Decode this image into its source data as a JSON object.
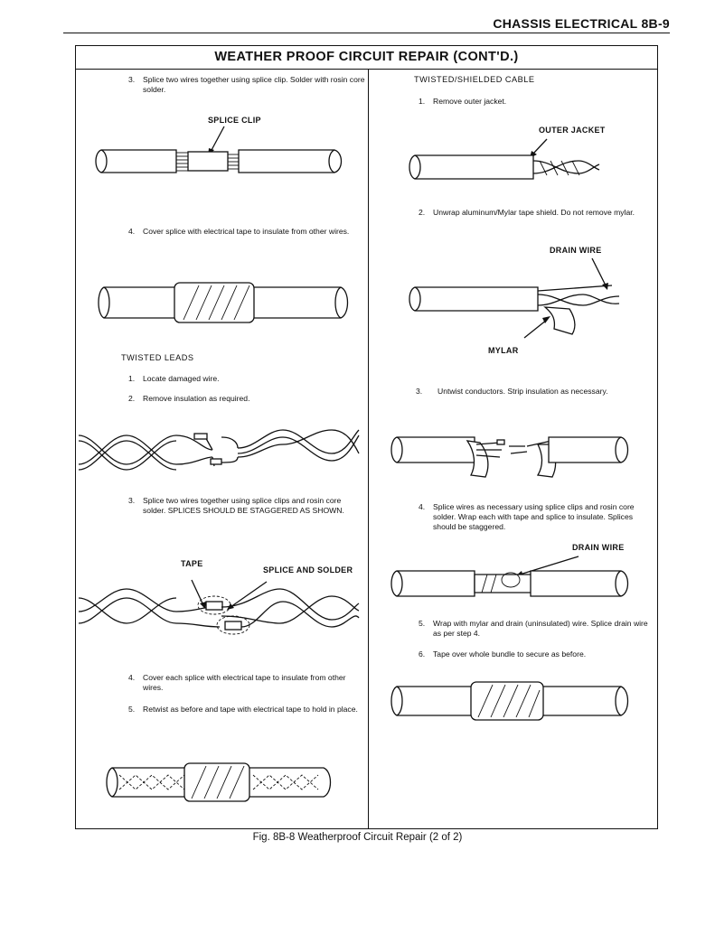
{
  "header": {
    "title": "CHASSIS ELECTRICAL 8B-9"
  },
  "panel": {
    "title": "WEATHER PROOF CIRCUIT REPAIR (CONT'D.)"
  },
  "left": {
    "step3": {
      "num": "3.",
      "text": "Splice two wires together using splice clip. Solder with rosin core solder."
    },
    "label_splice_clip": "SPLICE CLIP",
    "step4": {
      "num": "4.",
      "text": "Cover splice with electrical tape to insulate from other wires."
    },
    "twisted_leads": "TWISTED LEADS",
    "tl1": {
      "num": "1.",
      "text": "Locate damaged wire."
    },
    "tl2": {
      "num": "2.",
      "text": "Remove insulation as required."
    },
    "tl3": {
      "num": "3.",
      "text": "Splice two wires together using splice clips and rosin core solder. SPLICES SHOULD BE STAGGERED AS SHOWN."
    },
    "label_tape": "TAPE",
    "label_splice_solder": "SPLICE AND SOLDER",
    "tl4": {
      "num": "4.",
      "text": "Cover each splice with electrical tape to insulate from other wires."
    },
    "tl5": {
      "num": "5.",
      "text": "Retwist as before and tape with electrical tape to hold in place."
    }
  },
  "right": {
    "section": "TWISTED/SHIELDED CABLE",
    "r1": {
      "num": "1.",
      "text": "Remove outer jacket."
    },
    "label_outer_jacket": "OUTER JACKET",
    "r2": {
      "num": "2.",
      "text": "Unwrap aluminum/Mylar tape shield. Do not remove mylar."
    },
    "label_drain_wire": "DRAIN WIRE",
    "label_mylar": "MYLAR",
    "r3": {
      "num": "3.",
      "text": "Untwist conductors. Strip insulation as necessary."
    },
    "r4": {
      "num": "4.",
      "text": "Splice wires as necessary using splice clips and rosin core solder. Wrap each with tape and splice to insulate. Splices should be staggered."
    },
    "label_drain_wire_2": "DRAIN WIRE",
    "r5": {
      "num": "5.",
      "text": "Wrap with mylar and drain (uninsulated) wire. Splice drain wire as per step 4."
    },
    "r6": {
      "num": "6.",
      "text": "Tape over whole bundle to secure as before."
    }
  },
  "caption": "Fig. 8B-8 Weatherproof Circuit Repair (2 of 2)"
}
